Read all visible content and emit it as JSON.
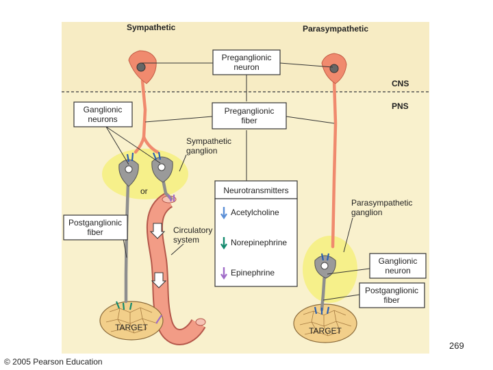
{
  "headers": {
    "sympathetic": "Sympathetic",
    "parasympathetic": "Parasympathetic",
    "cns": "CNS",
    "pns": "PNS"
  },
  "labels": {
    "preganglionic_neuron": [
      "Preganglionic",
      "neuron"
    ],
    "preganglionic_fiber": [
      "Preganglionic",
      "fiber"
    ],
    "ganglionic_neurons": [
      "Ganglionic",
      "neurons"
    ],
    "sympathetic_ganglion": [
      "Sympathetic",
      "ganglion"
    ],
    "or": "or",
    "circulatory_system": [
      "Circulatory",
      "system"
    ],
    "postganglionic_fiber_left": [
      "Postganglionic",
      "fiber"
    ],
    "parasympathetic_ganglion": [
      "Parasympathetic",
      "ganglion"
    ],
    "ganglionic_neuron": [
      "Ganglionic",
      "neuron"
    ],
    "postganglionic_fiber_right": [
      "Postganglionic",
      "fiber"
    ],
    "target_left": "TARGET",
    "target_right": "TARGET"
  },
  "legend": {
    "title": "Neurotransmitters",
    "items": [
      {
        "name": "Acetylcholine",
        "color": "#5b8fd6"
      },
      {
        "name": "Norepinephrine",
        "color": "#138a6e"
      },
      {
        "name": "Epinephrine",
        "color": "#a06cc8"
      }
    ]
  },
  "colors": {
    "background": "#f9f1cd",
    "ganglion": "#f6f08a",
    "axon": "#f08a6e",
    "vessel": "#f29c86",
    "neuron_gray": "#9a9a9a",
    "target": "#f2cf8a"
  },
  "page_number": "269",
  "copyright": "© 2005 Pearson Education"
}
